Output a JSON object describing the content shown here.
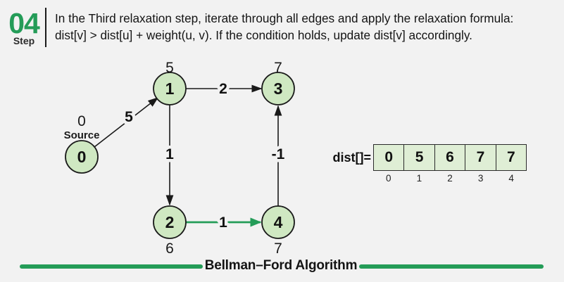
{
  "colors": {
    "bg": "#f2f2f2",
    "accent": "#249c58",
    "node-fill": "#cfe8c2",
    "cell-fill": "#dfeed5",
    "ink": "#1a1a1a"
  },
  "header": {
    "step_number": "04",
    "step_label": "Step",
    "line1": "In the Third relaxation step, iterate through all edges and apply the relaxation formula:",
    "line2": "dist[v] > dist[u] + weight(u, v). If the condition holds, update dist[v] accordingly."
  },
  "graph": {
    "source_label": "Source",
    "nodes": [
      {
        "id": "0",
        "dist": "0"
      },
      {
        "id": "1",
        "dist": "5"
      },
      {
        "id": "2",
        "dist": "6"
      },
      {
        "id": "3",
        "dist": "7"
      },
      {
        "id": "4",
        "dist": "7"
      }
    ],
    "edges": [
      {
        "from": "0",
        "to": "1",
        "weight": "5",
        "highlighted": false
      },
      {
        "from": "1",
        "to": "3",
        "weight": "2",
        "highlighted": false
      },
      {
        "from": "1",
        "to": "2",
        "weight": "1",
        "highlighted": false
      },
      {
        "from": "2",
        "to": "4",
        "weight": "1",
        "highlighted": true
      },
      {
        "from": "4",
        "to": "3",
        "weight": "-1",
        "highlighted": false
      }
    ]
  },
  "dist_array": {
    "label": "dist[]=",
    "values": [
      "0",
      "5",
      "6",
      "7",
      "7"
    ],
    "indices": [
      "0",
      "1",
      "2",
      "3",
      "4"
    ]
  },
  "footer": {
    "title": "Bellman–Ford Algorithm"
  }
}
